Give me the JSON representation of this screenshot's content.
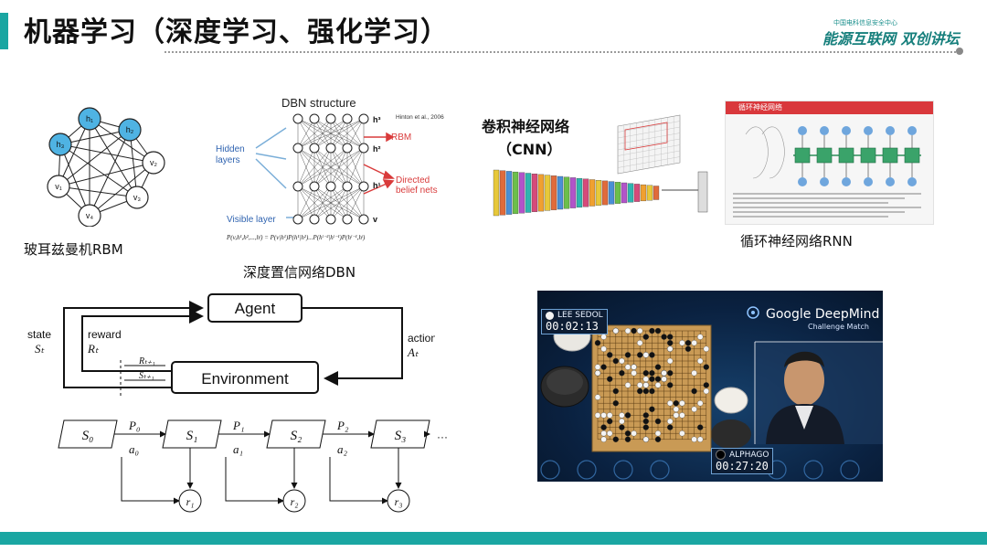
{
  "header": {
    "title": "机器学习（深度学习、强化学习）",
    "brand_top": "中国电科信息安全中心",
    "brand_main": "能源互联网 双创讲坛"
  },
  "captions": {
    "rbm": "玻耳兹曼机RBM",
    "dbn": "深度置信网络DBN",
    "rnn": "循环神经网络RNN"
  },
  "rbm": {
    "nodes": [
      "h1",
      "h2",
      "h3",
      "v2",
      "v3",
      "v4",
      "v1"
    ]
  },
  "dbn": {
    "title": "DBN structure",
    "citation": "Hinton et al., 2006",
    "hidden_label_1": "Hidden",
    "hidden_label_2": "layers",
    "visible_label": "Visible layer",
    "rbm_label": "RBM",
    "directed_label_1": "Directed",
    "directed_label_2": "belief nets",
    "layer_labels": [
      "h³",
      "h²",
      "h¹",
      "v"
    ],
    "formula": "P(v,h¹,h²,...,hˡ) = P(v|h¹)P(h¹|h²)...P(hˡ⁻²|hˡ⁻¹)P(hˡ⁻¹,hˡ)"
  },
  "cnn": {
    "title": "卷积神经网络",
    "subtitle": "（CNN）"
  },
  "rnn": {
    "header": "循环神经网络"
  },
  "rl": {
    "agent": "Agent",
    "environment": "Environment",
    "state": "state",
    "state_sym": "Sₜ",
    "reward": "reward",
    "reward_sym": "Rₜ",
    "action": "action",
    "action_sym": "Aₜ",
    "r_next": "Rₜ₊₁",
    "s_next": "Sₜ₊₁"
  },
  "mdp": {
    "states": [
      "S₀",
      "S₁",
      "S₂",
      "S₃"
    ],
    "probs": [
      "P₀",
      "P₁",
      "P₂"
    ],
    "actions": [
      "a₀",
      "a₁",
      "a₂"
    ],
    "rewards": [
      "r₁",
      "r₂",
      "r₃"
    ],
    "ellipsis": "···"
  },
  "alphago": {
    "player1_name": "LEE SEDOL",
    "player1_time": "00:02:13",
    "player2_name": "ALPHAGO",
    "player2_time": "00:27:20",
    "title": "Google DeepMind",
    "subtitle": "Challenge Match"
  },
  "colors": {
    "accent": "#1aa6a2",
    "rbm_hidden": "#4fb3e3",
    "dbn_arrow": "#d93b3b",
    "dbn_label": "#2f63b0",
    "rnn_node": "#2f8f5a"
  }
}
